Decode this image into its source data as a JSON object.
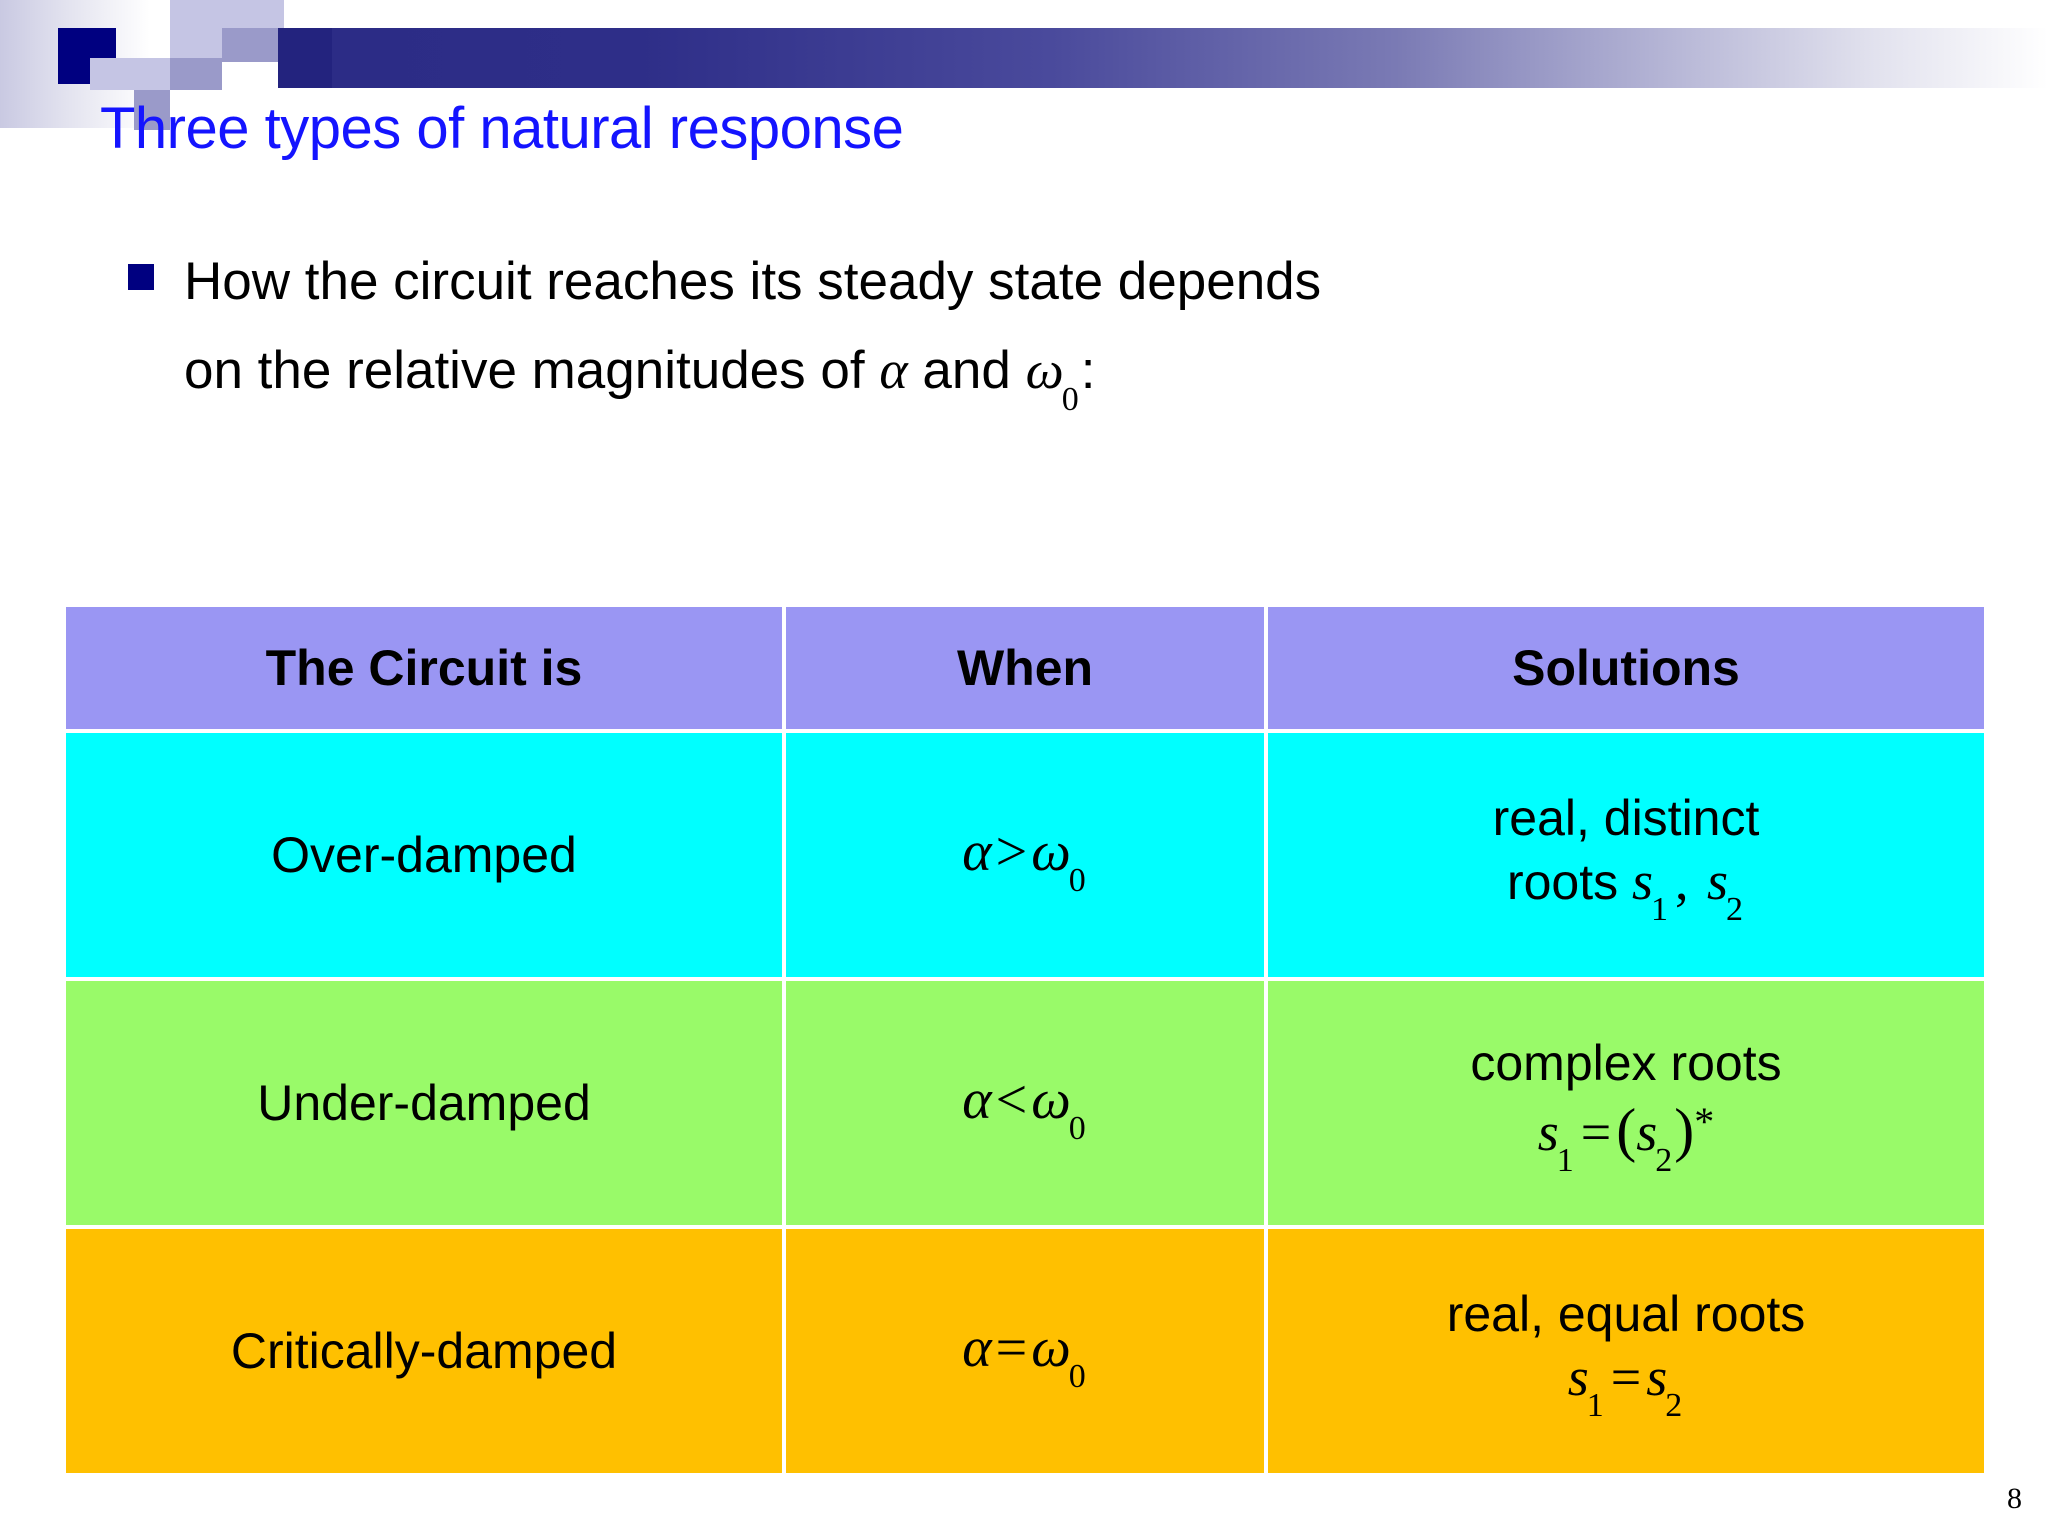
{
  "slide": {
    "title": "Three types of natural response",
    "page_number": "8",
    "colors": {
      "title": "#1414ff",
      "bullet_marker": "#000080",
      "header_row": "#9a96f3",
      "row_over_damped": "#00ffff",
      "row_under_damped": "#99fa69",
      "row_critically_damped": "#ffc000",
      "deco_navy": "#000080",
      "deco_light": "#c5c5e4",
      "deco_mid": "#9a9ac9",
      "deco_dark": "#23237e"
    }
  },
  "bullet": {
    "marker_icon": "square-bullet-icon",
    "line1": "How the circuit reaches its steady state depends",
    "line2_pre": "on the relative magnitudes of ",
    "line2_alpha": "α",
    "line2_mid": " and ",
    "line2_omega": "ω",
    "line2_omega_sub": "0",
    "line2_post": ":"
  },
  "table": {
    "headers": [
      "The Circuit is",
      "When",
      "Solutions"
    ],
    "rows": [
      {
        "circuit": "Over-damped",
        "when": {
          "left": "α",
          "op": ">",
          "right": "ω",
          "right_sub": "0"
        },
        "solution_text": "real, distinct",
        "solution_math": {
          "prefix": "roots ",
          "var1": "s",
          "sub1": "1",
          "sep": ", ",
          "var2": "s",
          "sub2": "2",
          "op": "",
          "open": "",
          "close": "",
          "star": ""
        }
      },
      {
        "circuit": "Under-damped",
        "when": {
          "left": "α",
          "op": "<",
          "right": "ω",
          "right_sub": "0"
        },
        "solution_text": "complex roots",
        "solution_math": {
          "prefix": "",
          "var1": "s",
          "sub1": "1",
          "sep": "",
          "var2": "s",
          "sub2": "2",
          "op": "=",
          "open": "(",
          "close": ")",
          "star": "*"
        }
      },
      {
        "circuit": "Critically-damped",
        "when": {
          "left": "α",
          "op": "=",
          "right": "ω",
          "right_sub": "0"
        },
        "solution_text": "real, equal roots",
        "solution_math": {
          "prefix": "",
          "var1": "s",
          "sub1": "1",
          "sep": "",
          "var2": "s",
          "sub2": "2",
          "op": "=",
          "open": "",
          "close": "",
          "star": ""
        }
      }
    ]
  }
}
